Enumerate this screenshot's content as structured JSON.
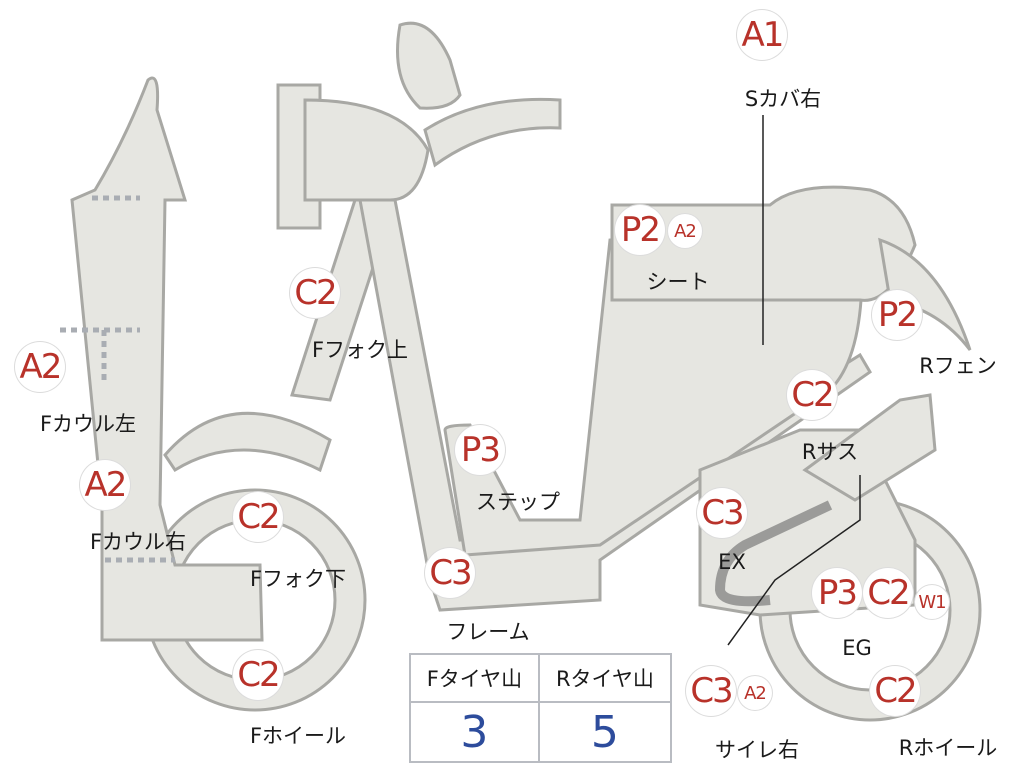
{
  "parts": [
    {
      "id": "s-cover-right",
      "label": "Sカバ右",
      "badges": [
        "A1"
      ]
    },
    {
      "id": "seat",
      "label": "シート",
      "badges": [
        "P2",
        "A2"
      ]
    },
    {
      "id": "rear-fender",
      "label": "Rフェン",
      "badges": [
        "P2"
      ]
    },
    {
      "id": "front-fork-upper",
      "label": "Fフォク上",
      "badges": [
        "C2"
      ]
    },
    {
      "id": "front-cowl-left",
      "label": "Fカウル左",
      "badges": [
        "A2"
      ]
    },
    {
      "id": "front-cowl-right",
      "label": "Fカウル右",
      "badges": [
        "A2"
      ]
    },
    {
      "id": "front-fork-lower",
      "label": "Fフォク下",
      "badges": [
        "C2"
      ]
    },
    {
      "id": "front-wheel",
      "label": "Fホイール",
      "badges": [
        "C2"
      ]
    },
    {
      "id": "step",
      "label": "ステップ",
      "badges": [
        "P3"
      ]
    },
    {
      "id": "frame",
      "label": "フレーム",
      "badges": [
        "C3"
      ]
    },
    {
      "id": "rear-suspension",
      "label": "Rサス",
      "badges": [
        "C2"
      ]
    },
    {
      "id": "exhaust",
      "label": "EX",
      "badges": [
        "C3"
      ]
    },
    {
      "id": "engine",
      "label": "EG",
      "badges": [
        "P3",
        "C2",
        "W1"
      ]
    },
    {
      "id": "muffler-right",
      "label": "サイレ右",
      "badges": [
        "C3",
        "A2"
      ]
    },
    {
      "id": "rear-wheel",
      "label": "Rホイール",
      "badges": [
        "C2"
      ]
    }
  ],
  "tire_table": {
    "headers": [
      "Fタイヤ山",
      "Rタイヤ山"
    ],
    "values": [
      "3",
      "5"
    ]
  },
  "colors": {
    "part_fill": "#e6e6e1",
    "part_outline": "#a8a8a4",
    "badge_text": "#b8322a",
    "table_value": "#2d4c9c"
  }
}
